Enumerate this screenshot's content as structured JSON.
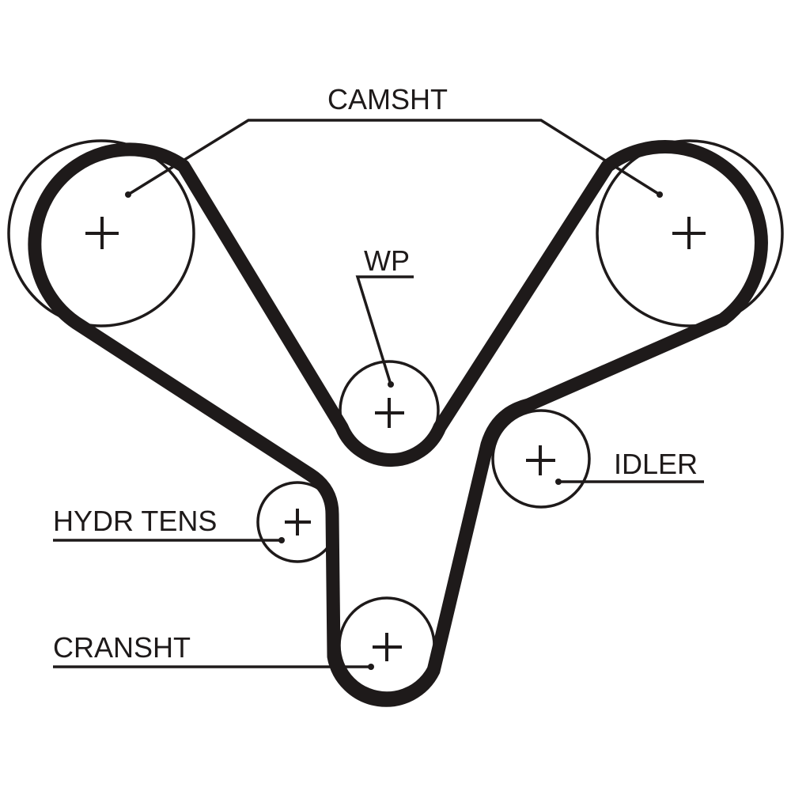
{
  "diagram": {
    "type": "timing-belt-routing",
    "colors": {
      "ink": "#1e1a1a",
      "background": "#ffffff"
    },
    "components": [
      {
        "id": "camshaft-left",
        "label": "CAMSHT"
      },
      {
        "id": "camshaft-right",
        "label": "CAMSHT"
      },
      {
        "id": "water-pump",
        "label": "WP"
      },
      {
        "id": "idler",
        "label": "IDLER"
      },
      {
        "id": "hydraulic-tensioner",
        "label": "HYDR TENS"
      },
      {
        "id": "crankshaft",
        "label": "CRANSHT"
      }
    ],
    "labels": {
      "camshaft": "CAMSHT",
      "water_pump": "WP",
      "idler": "IDLER",
      "hydraulic_tensioner": "HYDR TENS",
      "crankshaft": "CRANSHT"
    }
  }
}
